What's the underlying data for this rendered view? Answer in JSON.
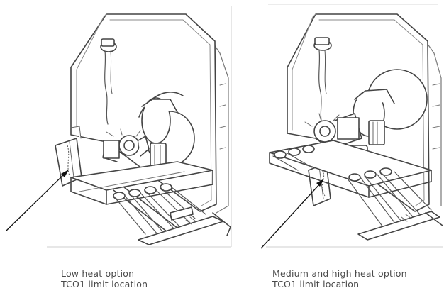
{
  "figures": [
    {
      "caption_line1": "Low heat option",
      "caption_line2": "TCO1 limit location"
    },
    {
      "caption_line1": "Medium and high heat option",
      "caption_line2": "TCO1 limit location"
    }
  ]
}
